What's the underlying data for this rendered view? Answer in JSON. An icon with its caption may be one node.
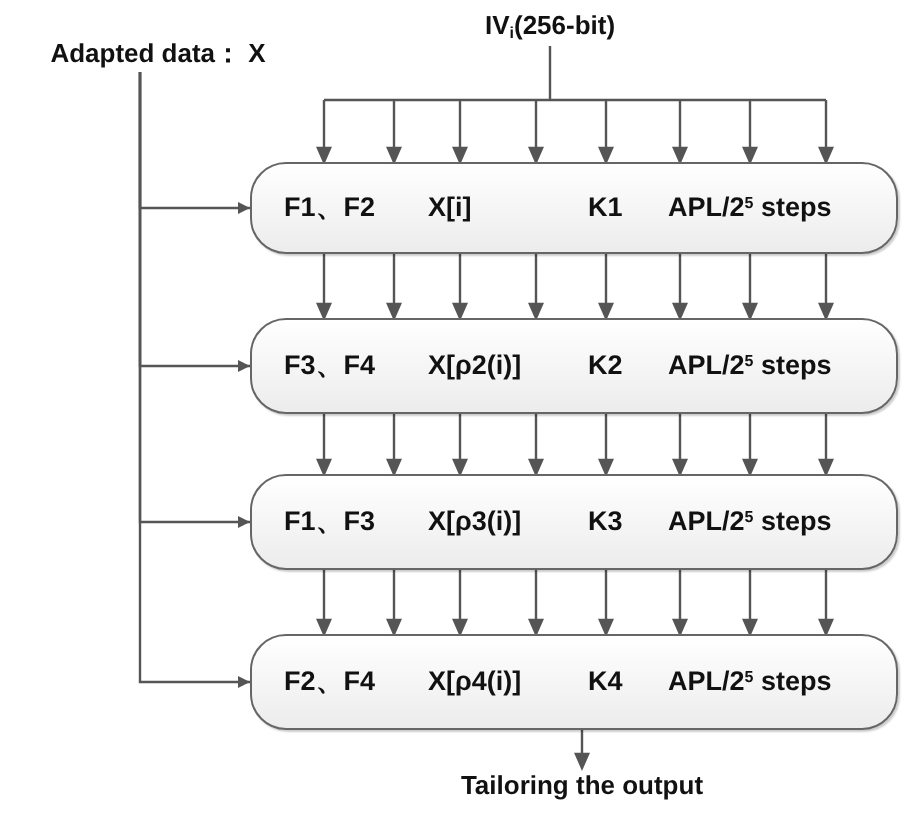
{
  "diagram": {
    "nodes": [
      {
        "text": [
          "Adapted data： X"
        ]
      },
      {
        "text": [
          "IV$_{i}$(256-bit)"
        ]
      },
      {
        "text": [
          "F1、F2",
          "X[i]",
          "K1",
          "APL/2$^{5}$ steps"
        ]
      },
      {
        "text": [
          "F3、F4",
          "X[ρ2(i)]",
          "K2",
          "APL/2$^{5}$ steps"
        ]
      },
      {
        "text": [
          "F1、F3",
          "X[ρ3(i)]",
          "K3",
          "APL/2$^{5}$ steps"
        ]
      },
      {
        "text": [
          "F2、F4",
          "X[ρ4(i)]",
          "K4",
          "APL/2$^{5}$ steps"
        ]
      },
      {
        "text": [
          "Tailoring the output"
        ]
      }
    ],
    "edges": [
      {
        "from": 1,
        "to": 2,
        "arrow": "to"
      },
      {
        "from": 2,
        "to": 3,
        "arrow": "to"
      },
      {
        "from": 3,
        "to": 4,
        "arrow": "to"
      },
      {
        "from": 4,
        "to": 5,
        "arrow": "to"
      },
      {
        "from": 0,
        "to": 2,
        "arrow": "to"
      },
      {
        "from": 0,
        "to": 3,
        "arrow": "to"
      },
      {
        "from": 0,
        "to": 4,
        "arrow": "to"
      },
      {
        "from": 0,
        "to": 5,
        "arrow": "to"
      },
      {
        "from": 5,
        "to": 6,
        "arrow": "to"
      }
    ]
  }
}
